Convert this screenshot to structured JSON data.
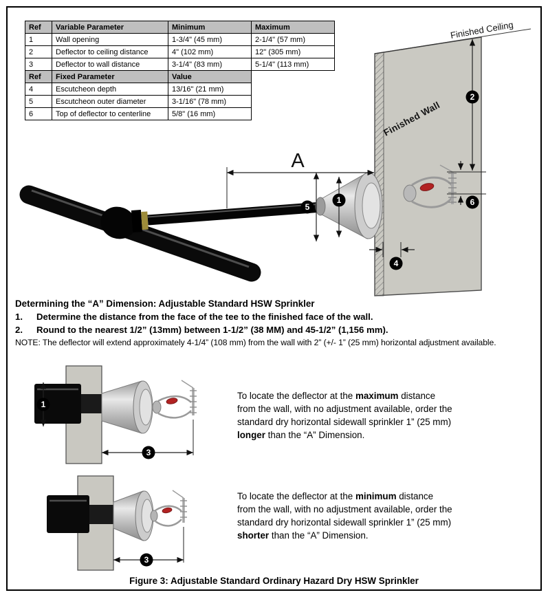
{
  "page": {
    "caption": "Figure 3:  Adjustable Standard Ordinary Hazard Dry HSW Sprinkler"
  },
  "spec_table": {
    "variable": {
      "headers": {
        "ref": "Ref",
        "param": "Variable Parameter",
        "min": "Minimum",
        "max": "Maximum"
      },
      "rows": [
        {
          "ref": "1",
          "param": "Wall opening",
          "min": "1-3/4\" (45 mm)",
          "max": "2-1/4\" (57 mm)"
        },
        {
          "ref": "2",
          "param": "Deflector to ceiling distance",
          "min": "4\" (102 mm)",
          "max": "12\" (305 mm)"
        },
        {
          "ref": "3",
          "param": "Deflector to wall distance",
          "min": "3-1/4\" (83 mm)",
          "max": "5-1/4\" (113 mm)"
        }
      ]
    },
    "fixed": {
      "headers": {
        "ref": "Ref",
        "param": "Fixed Parameter",
        "value": "Value"
      },
      "rows": [
        {
          "ref": "4",
          "param": "Escutcheon depth",
          "value": "13/16\" (21 mm)"
        },
        {
          "ref": "5",
          "param": "Escutcheon outer diameter",
          "value": "3-1/16\" (78 mm)"
        },
        {
          "ref": "6",
          "param": "Top of deflector to centerline",
          "value": "5/8\" (16 mm)"
        }
      ]
    }
  },
  "main_diagram": {
    "finished_ceiling_label": "Finished Ceiling",
    "finished_wall_label": "Finished Wall",
    "dimension_a_label": "A",
    "callout_1": "1",
    "callout_2": "2",
    "callout_4": "4",
    "callout_5": "5",
    "callout_6": "6"
  },
  "instructions": {
    "heading": "Determining the “A” Dimension: Adjustable Standard HSW Sprinkler",
    "steps": [
      {
        "num": "1.",
        "text": "Determine the distance from the face of the tee to the finished face of the wall."
      },
      {
        "num": "2.",
        "text": "Round to the nearest 1/2” (13mm) between 1-1/2” (38 MM) and 45-1/2” (1,156 mm)."
      }
    ],
    "note": "NOTE: The deflector will extend approximately 4-1/4” (108 mm) from the wall with 2” (+/- 1” (25 mm) horizontal adjustment available."
  },
  "bottom_diagrams": {
    "max": {
      "callout_1": "1",
      "callout_3": "3"
    },
    "min": {
      "callout_3": "3"
    }
  },
  "max_note": {
    "line1_pre": "To locate the deflector at the ",
    "line1_bold": "maximum",
    "line1_post": " distance",
    "line2": "from the wall, with no adjustment available, order the",
    "line3": "standard dry horizontal sidewall sprinkler 1” (25 mm)",
    "line4_bold": "longer",
    "line4_post": " than the “A” Dimension."
  },
  "min_note": {
    "line1_pre": "To locate the deflector at the ",
    "line1_bold": "minimum",
    "line1_post": " distance",
    "line2": "from the wall, with no adjustment available, order the",
    "line3": "standard dry horizontal sidewall sprinkler 1” (25 mm)",
    "line4_bold": "shorter",
    "line4_post": " than the “A” Dimension."
  },
  "colors": {
    "wall_gray": "#cac9c2",
    "table_header_gray": "#bfbfbf",
    "bulb_red": "#b22222",
    "pipe_black": "#0a0a0a"
  }
}
